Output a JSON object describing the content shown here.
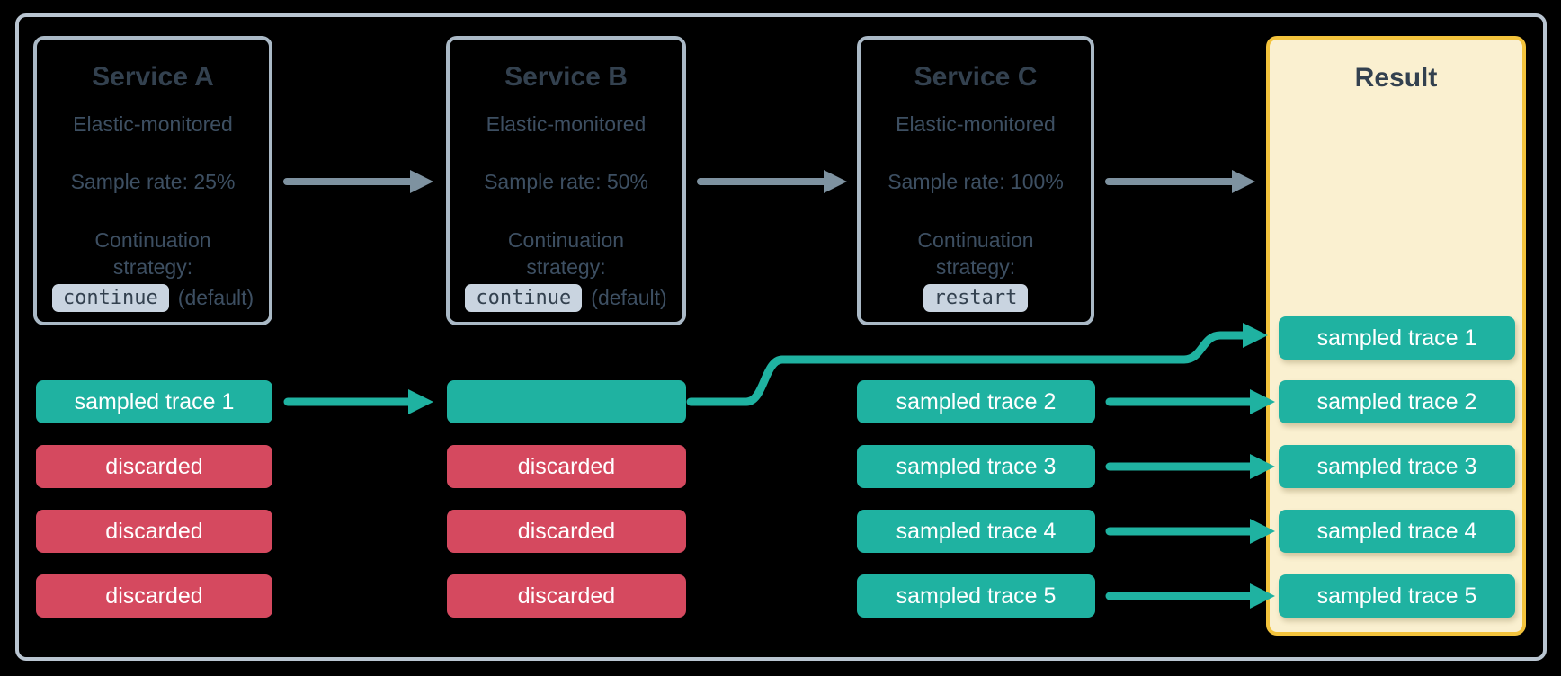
{
  "colors": {
    "teal": "#1FB2A1",
    "red": "#D5495F",
    "panel_bg": "#FAF0D0",
    "panel_border": "#F3C33C",
    "frame_border": "#B9C5D1",
    "box_border": "#AAB9C6",
    "arrow_gray": "#7E92A0",
    "title_text": "#33414F",
    "body_text": "#3D4F62",
    "tag_bg": "#C9D4E0",
    "tag_text": "#33414F",
    "trace_text": "#FFFFFF"
  },
  "services": [
    {
      "title": "Service A",
      "monitored": "Elastic-monitored",
      "sample_rate": "Sample rate: 25%",
      "continuation_line1": "Continuation",
      "continuation_line2": "strategy:",
      "strategy_value": "continue",
      "strategy_note": "(default)"
    },
    {
      "title": "Service B",
      "monitored": "Elastic-monitored",
      "sample_rate": "Sample rate: 50%",
      "continuation_line1": "Continuation",
      "continuation_line2": "strategy:",
      "strategy_value": "continue",
      "strategy_note": "(default)"
    },
    {
      "title": "Service C",
      "monitored": "Elastic-monitored",
      "sample_rate": "Sample rate: 100%",
      "continuation_line1": "Continuation",
      "continuation_line2": "strategy:",
      "strategy_value": "restart",
      "strategy_note": ""
    }
  ],
  "traces": {
    "col_a": [
      "sampled trace 1",
      "discarded",
      "discarded",
      "discarded"
    ],
    "col_b": [
      "",
      "discarded",
      "discarded",
      "discarded"
    ],
    "col_c": [
      "sampled trace 2",
      "sampled trace 3",
      "sampled trace 4",
      "sampled trace 5"
    ]
  },
  "result": {
    "title": "Result",
    "items": [
      "sampled trace 1",
      "sampled trace 2",
      "sampled trace 3",
      "sampled trace 4",
      "sampled trace 5"
    ]
  }
}
